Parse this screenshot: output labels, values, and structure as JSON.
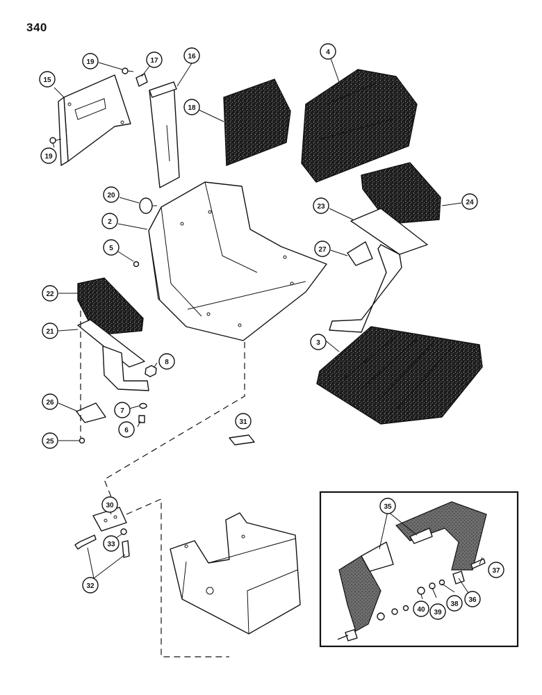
{
  "page": {
    "number": "340"
  },
  "callouts": [
    {
      "id": "c15",
      "label": "15"
    },
    {
      "id": "c19a",
      "label": "19"
    },
    {
      "id": "c17",
      "label": "17"
    },
    {
      "id": "c16",
      "label": "16"
    },
    {
      "id": "c18",
      "label": "18"
    },
    {
      "id": "c4",
      "label": "4"
    },
    {
      "id": "c19b",
      "label": "19"
    },
    {
      "id": "c20",
      "label": "20"
    },
    {
      "id": "c2",
      "label": "2"
    },
    {
      "id": "c5",
      "label": "5"
    },
    {
      "id": "c24",
      "label": "24"
    },
    {
      "id": "c23",
      "label": "23"
    },
    {
      "id": "c27",
      "label": "27"
    },
    {
      "id": "c22",
      "label": "22"
    },
    {
      "id": "c21",
      "label": "21"
    },
    {
      "id": "c8",
      "label": "8"
    },
    {
      "id": "c3",
      "label": "3"
    },
    {
      "id": "c26",
      "label": "26"
    },
    {
      "id": "c7",
      "label": "7"
    },
    {
      "id": "c6",
      "label": "6"
    },
    {
      "id": "c25",
      "label": "25"
    },
    {
      "id": "c31",
      "label": "31"
    },
    {
      "id": "c30",
      "label": "30"
    },
    {
      "id": "c33",
      "label": "33"
    },
    {
      "id": "c32",
      "label": "32"
    },
    {
      "id": "c35",
      "label": "35"
    },
    {
      "id": "c36",
      "label": "36"
    },
    {
      "id": "c37",
      "label": "37"
    },
    {
      "id": "c38",
      "label": "38"
    },
    {
      "id": "c39",
      "label": "39"
    },
    {
      "id": "c40",
      "label": "40"
    }
  ]
}
